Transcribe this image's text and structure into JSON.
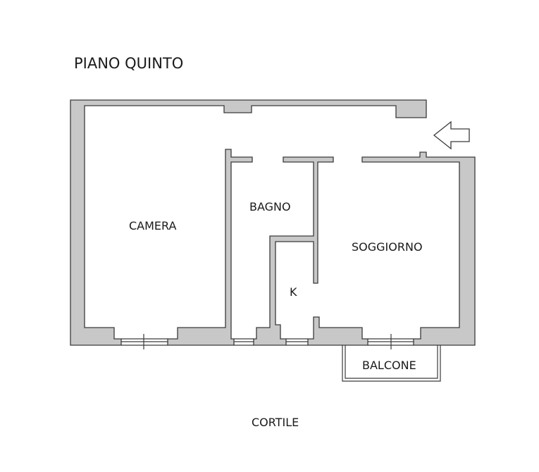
{
  "plan": {
    "title": "PIANO QUINTO",
    "rooms": {
      "camera": "CAMERA",
      "bagno": "BAGNO",
      "soggiorno": "SOGGIORNO",
      "kitchen": "K",
      "balcone": "BALCONE"
    },
    "outside_label": "CORTILE",
    "entrance_icon": "arrow-left-icon",
    "colors": {
      "wall_fill": "#c8c8c8",
      "wall_stroke": "#3a3a3a",
      "text": "#1a1a1a"
    }
  }
}
